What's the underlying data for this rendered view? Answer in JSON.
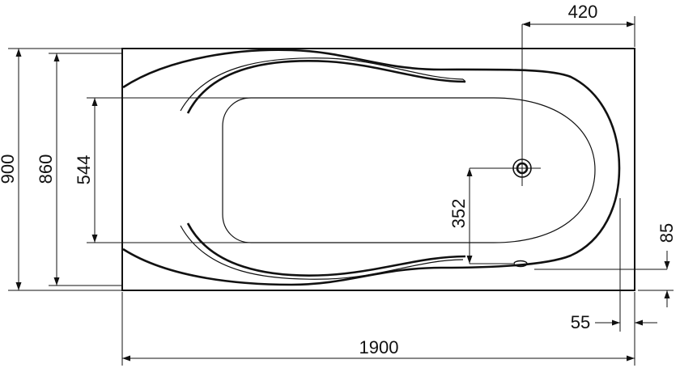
{
  "dimensions": {
    "overall_length": "1900",
    "overall_width": "900",
    "rim_width": "860",
    "inner_basin_width": "544",
    "drain_offset_from_end": "420",
    "drain_offset_from_side": "352",
    "overflow_offset": "85",
    "end_rim_thickness": "55"
  },
  "colors": {
    "line": "#111111",
    "background": "#ffffff"
  }
}
